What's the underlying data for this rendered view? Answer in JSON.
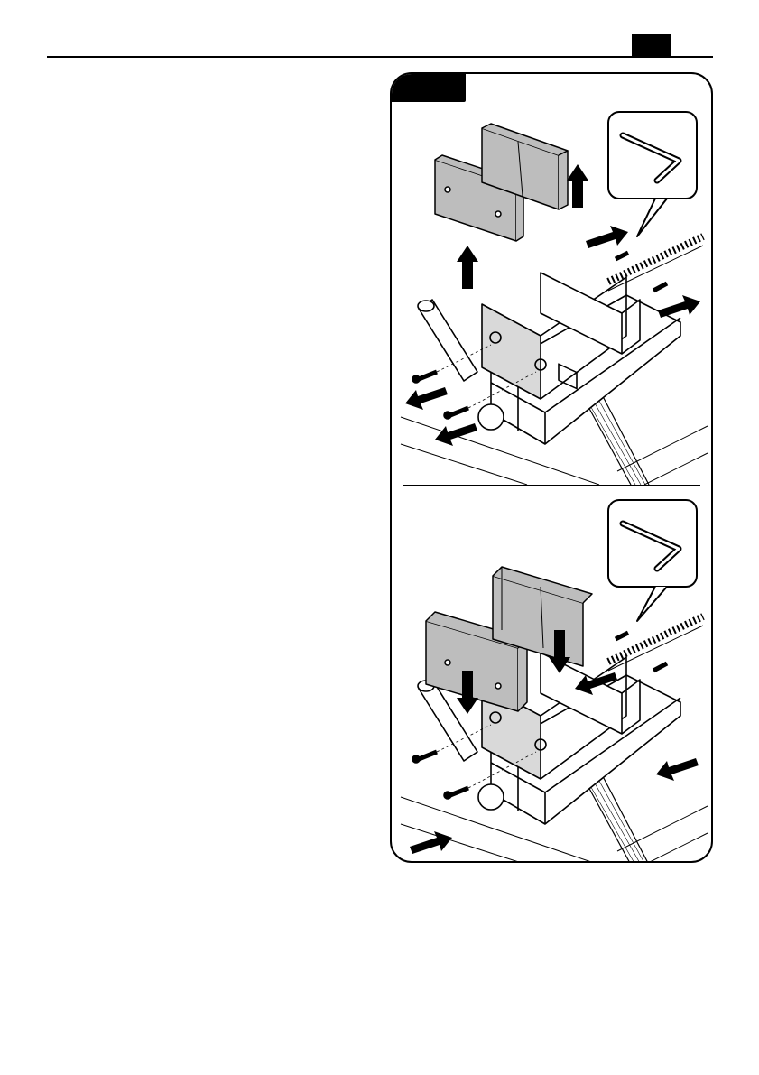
{
  "page": {
    "header": {
      "tab_label": ""
    },
    "figure": {
      "tag_label": "",
      "steps": [
        {
          "name": "remove-jaws",
          "action": "remove",
          "tool": "hex-key-icon",
          "screw_count": 4
        },
        {
          "name": "install-jaws",
          "action": "install",
          "tool": "hex-key-icon",
          "screw_count": 4
        }
      ]
    },
    "colors": {
      "ink": "#000000",
      "jaw_fill": "#bdbdbd",
      "paper": "#ffffff"
    }
  }
}
